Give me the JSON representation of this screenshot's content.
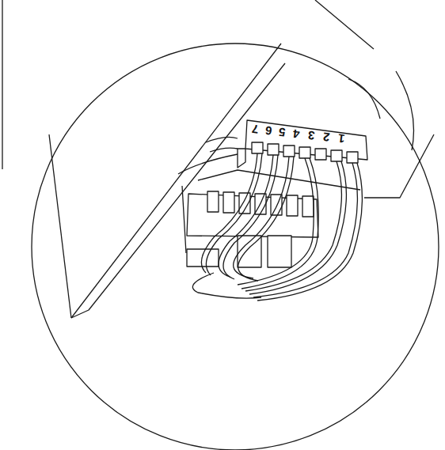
{
  "diagram": {
    "labels": [
      "7",
      "6",
      "5",
      "4",
      "3",
      "2",
      "1"
    ]
  }
}
